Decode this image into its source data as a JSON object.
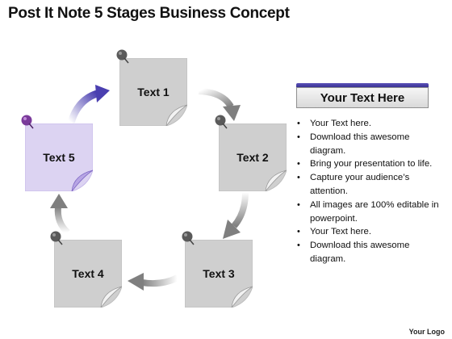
{
  "title": "Post It Note 5 Stages Business Concept",
  "stages": [
    {
      "label": "Text 1",
      "color": "#cfcfcf",
      "highlight": false
    },
    {
      "label": "Text 2",
      "color": "#cfcfcf",
      "highlight": false
    },
    {
      "label": "Text 3",
      "color": "#cfcfcf",
      "highlight": false
    },
    {
      "label": "Text 4",
      "color": "#cfcfcf",
      "highlight": false
    },
    {
      "label": "Text 5",
      "color": "#dcd3f2",
      "highlight": true
    }
  ],
  "colors": {
    "accent": "#4a3fb0",
    "arrow_gray": "#7f7f7f",
    "note_gray": "#cfcfcf",
    "note_purple": "#dcd3f2",
    "pin_gray": "#5a5a5a",
    "pin_purple": "#7a3a9a"
  },
  "panel": {
    "header": "Your Text Here",
    "bullets": [
      "Your Text here.",
      "Download this awesome diagram.",
      "Bring your presentation to life.",
      "Capture your audience’s attention.",
      "All images are 100% editable in powerpoint.",
      "Your Text here.",
      "Download this awesome diagram."
    ]
  },
  "footer": {
    "logo": "Your Logo"
  }
}
